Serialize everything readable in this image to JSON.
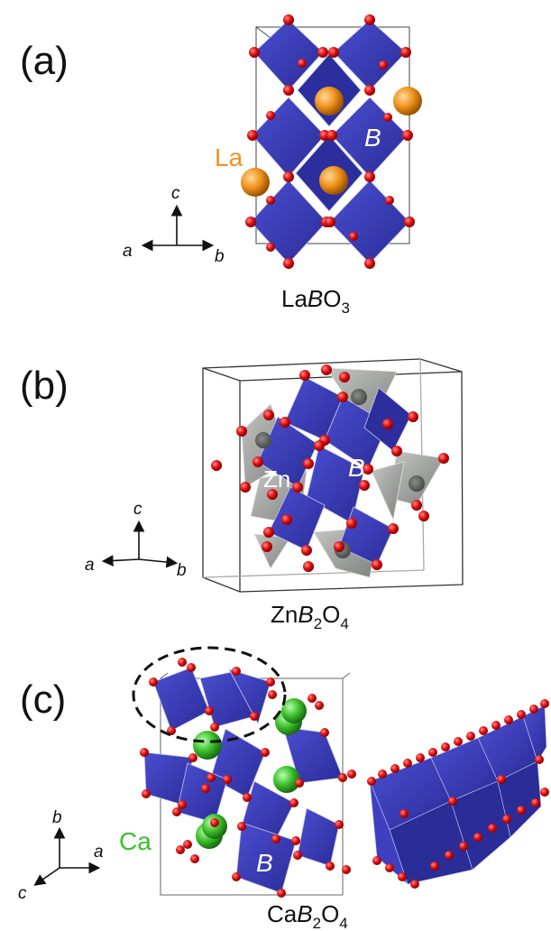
{
  "panels": {
    "a": {
      "label": "(a)",
      "formula": {
        "p1": "La",
        "p2": "B",
        "p3": "O",
        "sub": "3"
      },
      "site_a": "La",
      "site_b": "B",
      "axes": {
        "up": "c",
        "left": "a",
        "right": "b"
      }
    },
    "b": {
      "label": "(b)",
      "formula": {
        "p1": "Zn",
        "p2": "B",
        "sub2": "2",
        "p3": "O",
        "sub": "4"
      },
      "site_a": "Zn",
      "site_b": "B",
      "axes": {
        "up": "c",
        "left": "a",
        "right": "b"
      }
    },
    "c": {
      "label": "(c)",
      "formula": {
        "p1": "Ca",
        "p2": "B",
        "sub2": "2",
        "p3": "O",
        "sub": "4"
      },
      "site_a": "Ca",
      "site_b": "B",
      "axes": {
        "up": "b",
        "right": "a",
        "diag": "c"
      }
    }
  },
  "colors": {
    "octahedron": "#3a3cb4",
    "octahedron_dark": "#262890",
    "oxygen": "#e01010",
    "lanthanum": "#f0921c",
    "zinc_tetra": "#9a9c9a",
    "calcium": "#3cbf2c",
    "la_text": "#f0921c",
    "ca_text": "#3cbf2c"
  }
}
